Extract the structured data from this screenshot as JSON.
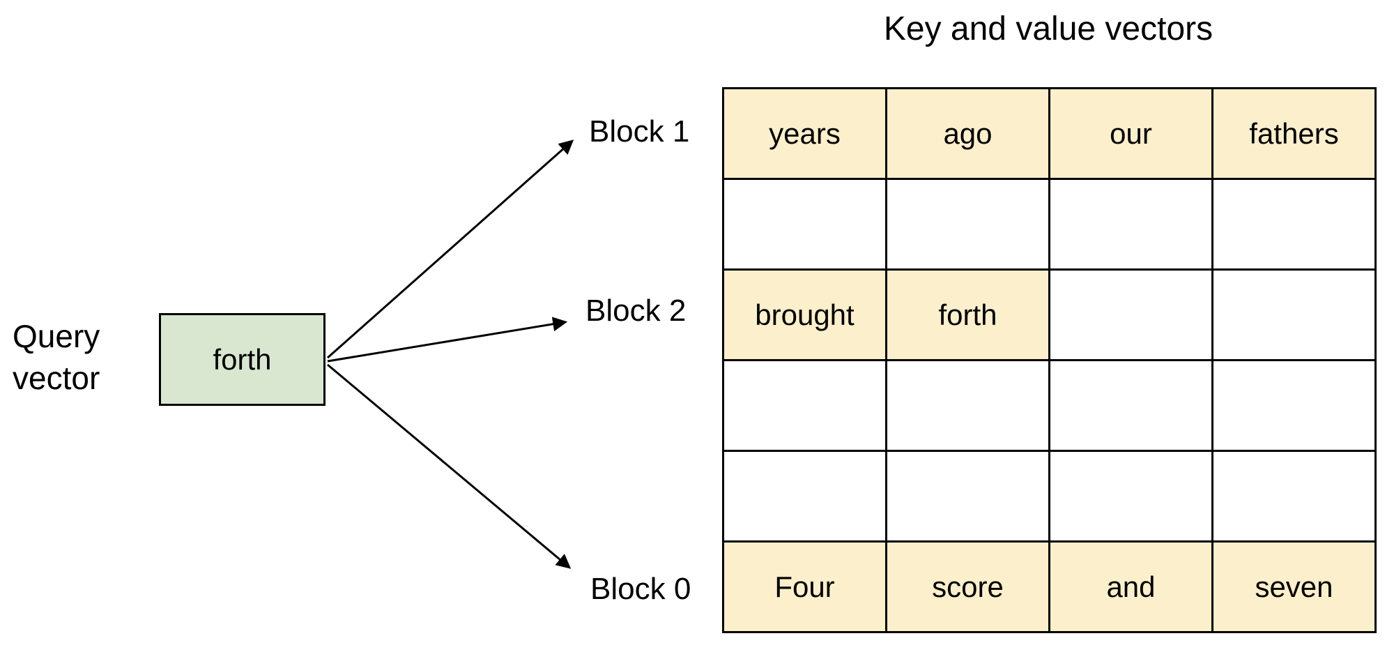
{
  "title": "Key and value vectors",
  "query_vector": {
    "label": "Query\nvector",
    "token": "forth"
  },
  "block_labels": [
    "Block 1",
    "Block 2",
    "Block 0"
  ],
  "grid": {
    "columns": 4,
    "rows": [
      [
        "years",
        "ago",
        "our",
        "fathers"
      ],
      [
        "",
        "",
        "",
        ""
      ],
      [
        "brought",
        "forth",
        "",
        ""
      ],
      [
        "",
        "",
        "",
        ""
      ],
      [
        "",
        "",
        "",
        ""
      ],
      [
        "Four",
        "score",
        "and",
        "seven"
      ]
    ]
  },
  "colors": {
    "cell_fill": "#fcefcb",
    "query_fill": "#d9e7d1",
    "line": "#000000"
  }
}
